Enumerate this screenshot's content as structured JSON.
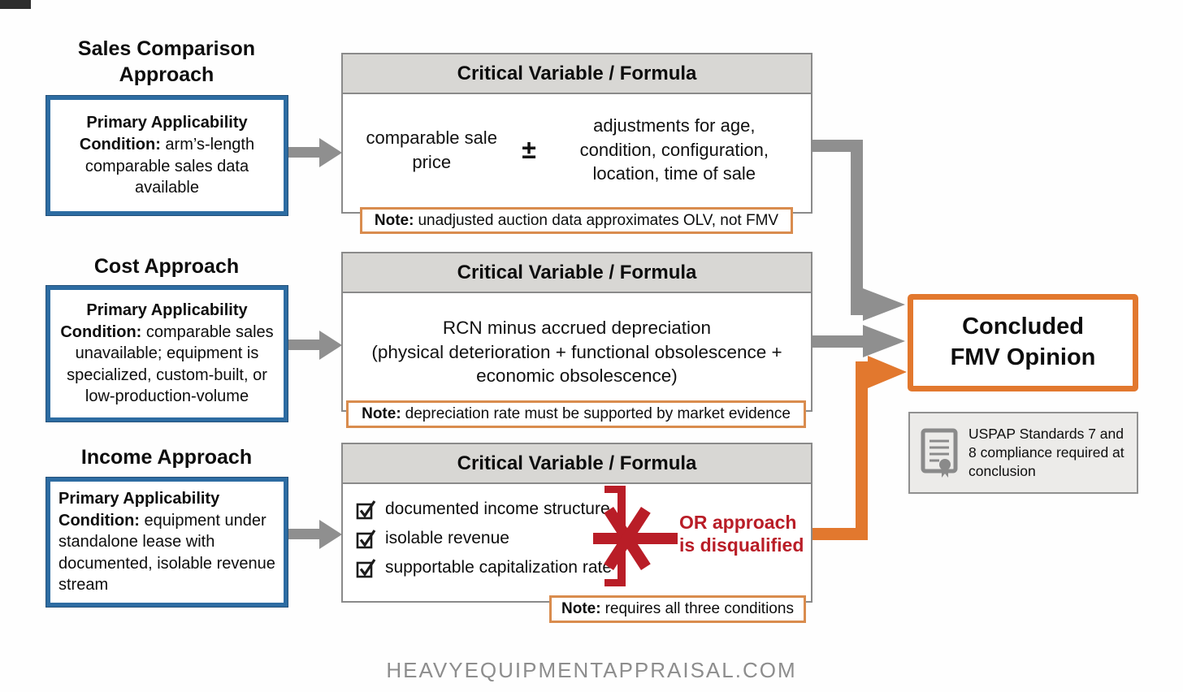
{
  "approaches": [
    {
      "title": "Sales Comparison Approach",
      "condition_label": "Primary Applicability Condition:",
      "condition_text": "arm’s-length comparable sales data available",
      "formula_header": "Critical Variable / Formula",
      "formula_left": "comparable sale price",
      "formula_operator": "±",
      "formula_right": "adjustments for age, condition, configuration, location, time of sale",
      "note_label": "Note:",
      "note_text": "unadjusted auction data approximates OLV, not FMV"
    },
    {
      "title": "Cost Approach",
      "condition_label": "Primary Applicability Condition:",
      "condition_text": "comparable sales unavailable; equipment is specialized, custom-built, or low-production-volume",
      "formula_header": "Critical Variable / Formula",
      "formula_line1": "RCN minus accrued depreciation",
      "formula_line2": "(physical deterioration + functional obsolescence + economic obsolescence)",
      "note_label": "Note:",
      "note_text": "depreciation rate must be supported by market evidence"
    },
    {
      "title": "Income Approach",
      "condition_label": "Primary Applicability Condition:",
      "condition_text": "equipment under standalone lease with documented, isolable revenue stream",
      "formula_header": "Critical Variable / Formula",
      "checklist": [
        "documented income structure",
        "isolable revenue",
        "supportable capitalization rate"
      ],
      "or_callout_line1": "OR approach",
      "or_callout_line2": "is disqualified",
      "note_label": "Note:",
      "note_text": "requires all three conditions"
    }
  ],
  "conclusion": {
    "line1": "Concluded",
    "line2": "FMV Opinion"
  },
  "uspap_note": {
    "text": "USPAP Standards 7 and 8 compliance required at conclusion"
  },
  "watermark": "HEAVYEQUIPMENTAPPRAISAL.COM",
  "colors": {
    "condition_border_blue": "#2d6ca2",
    "accent_orange": "#e2782e",
    "note_border_orange": "#d98c4e",
    "connector_gray": "#8f8f8f",
    "alert_red": "#b91d27",
    "header_gray": "#d8d7d4"
  }
}
